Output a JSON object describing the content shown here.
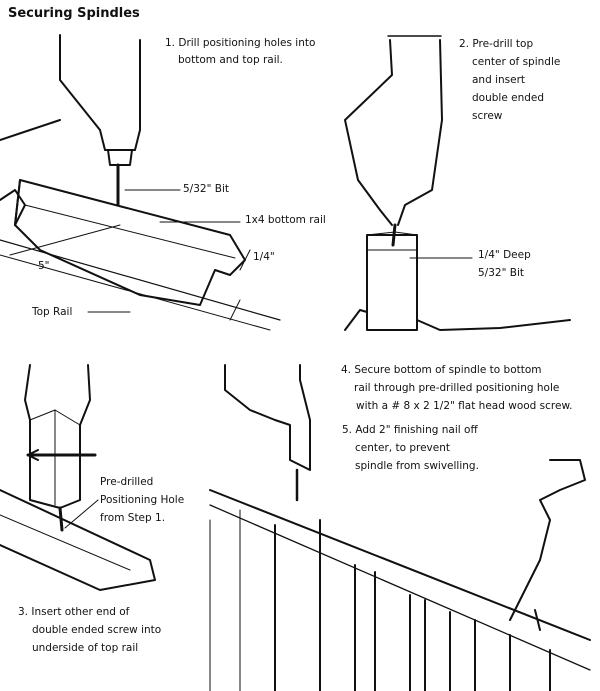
{
  "title": "Securing Spindles",
  "step1": {
    "line1": "1. Drill positioning holes into",
    "line2": "bottom and top rail."
  },
  "step1_labels": {
    "bit": "5/32\" Bit",
    "bottom_rail": "1x4 bottom rail",
    "five_inch": "5\"",
    "quarter": "1/4\"",
    "top_rail": "Top Rail"
  },
  "step2": {
    "lines": [
      "2. Pre-drill top",
      "center of spindle",
      "and insert",
      "double ended",
      "screw"
    ]
  },
  "step2_labels": {
    "depth": "1/4\" Deep",
    "bit": "5/32\" Bit"
  },
  "step3": {
    "lines": [
      "3. Insert other end of",
      "double ended screw into",
      "underside of top rail"
    ]
  },
  "step3_labels": {
    "lines": [
      "Pre-drilled",
      "Positioning Hole",
      "from Step 1."
    ]
  },
  "step4": {
    "lines": [
      "4. Secure bottom of spindle to bottom",
      "rail through pre-drilled positioning hole",
      "with a # 8 x 2 1/2\" flat head wood screw."
    ]
  },
  "step5": {
    "lines": [
      "5. Add 2\" finishing nail off",
      "center, to prevent",
      "spindle from swivelling."
    ]
  }
}
